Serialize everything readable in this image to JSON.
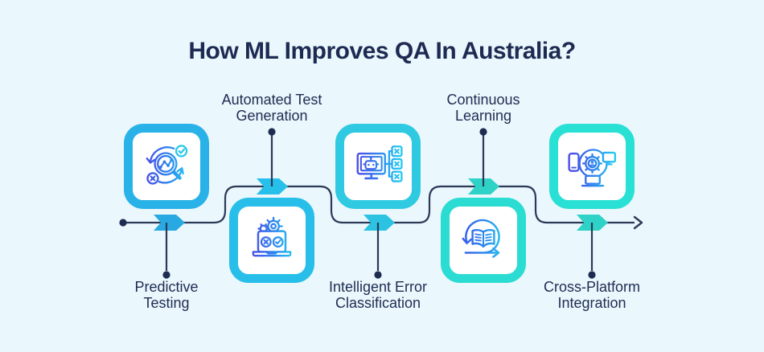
{
  "title": "How ML Improves QA In Australia?",
  "background_color": "#eaf7fc",
  "line_color": "#2b3a58",
  "text_color": "#1f2c52",
  "flow": {
    "start_marker": "dot",
    "end_marker": "right-arrow"
  },
  "timeline": {
    "items": [
      {
        "id": "predictive-testing",
        "label_lines": [
          "Predictive",
          "Testing"
        ],
        "label_position": "below-line",
        "box_position": "above-line",
        "box_color": "#29b2e8",
        "marker_color": "#29a9e2",
        "icon": "magnifier-analytics-check-icon"
      },
      {
        "id": "automated-test-generation",
        "label_lines": [
          "Automated Test",
          "Generation"
        ],
        "label_position": "above-line",
        "box_position": "below-line",
        "box_color": "#27bfe9",
        "marker_color": "#27c0ea",
        "icon": "laptop-gears-pass-fail-icon"
      },
      {
        "id": "intelligent-error-classification",
        "label_lines": [
          "Intelligent Error",
          "Classification"
        ],
        "label_position": "below-line",
        "box_position": "above-line",
        "box_color": "#2fcae2",
        "marker_color": "#2cc3e2",
        "icon": "monitor-robot-error-tree-icon"
      },
      {
        "id": "continuous-learning",
        "label_lines": [
          "Continuous",
          "Learning"
        ],
        "label_position": "above-line",
        "box_position": "below-line",
        "box_color": "#2bdcd2",
        "marker_color": "#2ed2c6",
        "icon": "book-loop-arrow-icon"
      },
      {
        "id": "cross-platform-integration",
        "label_lines": [
          "Cross-Platform",
          "Integration"
        ],
        "label_position": "below-line",
        "box_position": "above-line",
        "box_color": "#29e0d4",
        "marker_color": "#2ed2c6",
        "icon": "devices-gear-circle-icon"
      }
    ]
  }
}
